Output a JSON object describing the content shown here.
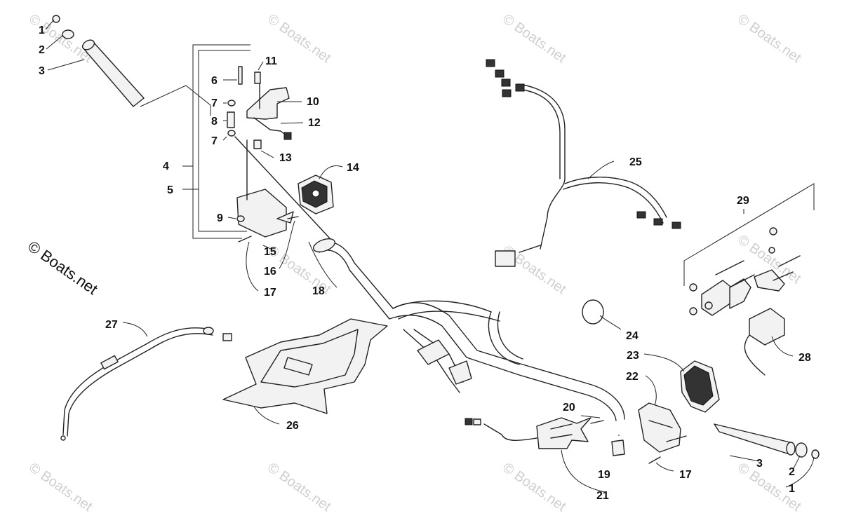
{
  "watermark": {
    "text": "© Boats.net",
    "repeated": "© Boats.net"
  },
  "callouts": [
    "1",
    "2",
    "3",
    "4",
    "5",
    "6",
    "7",
    "8",
    "7",
    "9",
    "10",
    "11",
    "12",
    "13",
    "14",
    "15",
    "16",
    "17",
    "18",
    "19",
    "20",
    "21",
    "22",
    "23",
    "24",
    "25",
    "26",
    "27",
    "28",
    "29",
    "17",
    "3",
    "2",
    "1"
  ],
  "colors": {
    "line": "#222222",
    "watermark": "#cfcfcf",
    "background": "#ffffff"
  }
}
